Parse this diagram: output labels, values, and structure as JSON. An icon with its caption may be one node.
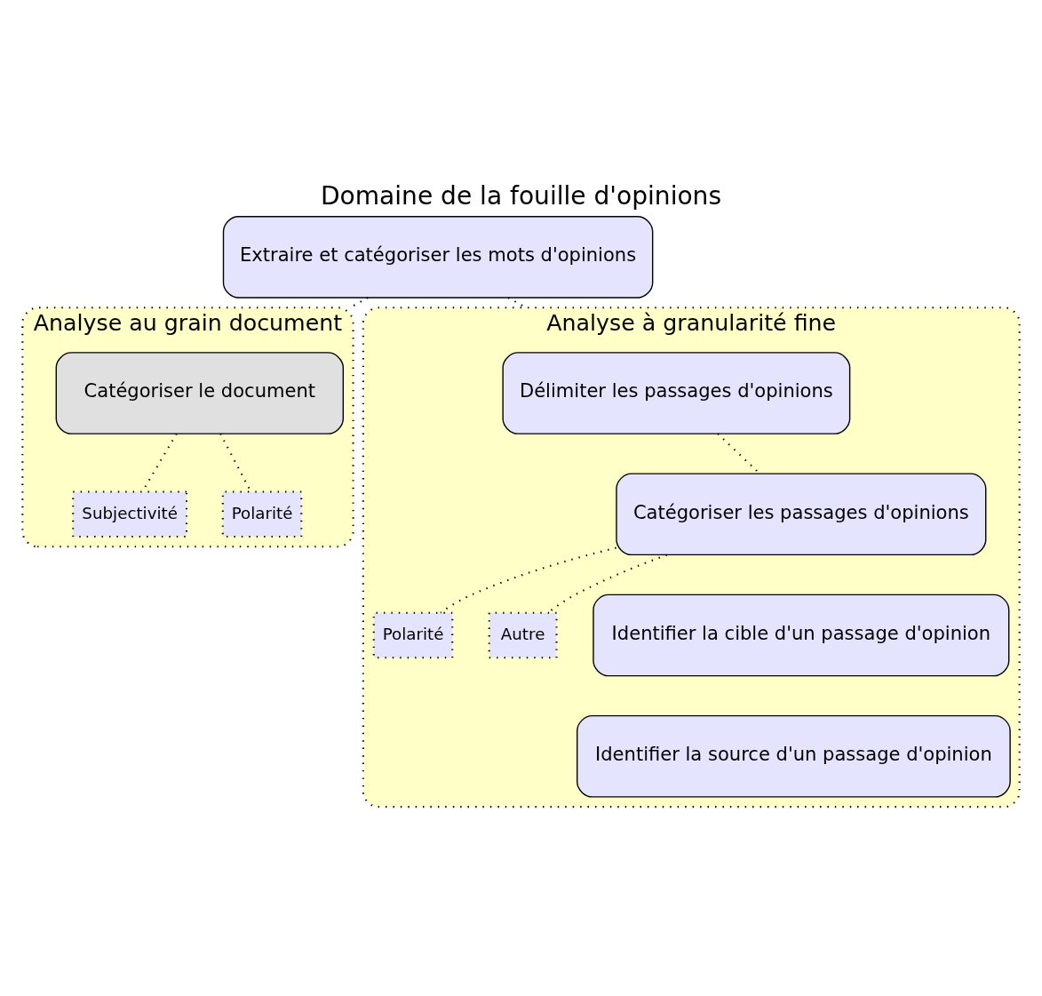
{
  "diagram": {
    "title": "Domaine de la fouille d'opinions",
    "nodes": [
      {
        "text": [
          "Extraire et catégoriser les mots d'opinions"
        ]
      },
      {
        "text": [
          "Analyse au grain document"
        ]
      },
      {
        "text": [
          "Catégoriser le document"
        ],
        "in": 1
      },
      {
        "text": [
          "Subjectivité"
        ],
        "in": 1
      },
      {
        "text": [
          "Polarité"
        ],
        "in": 1
      },
      {
        "text": [
          "Analyse à granularité fine"
        ]
      },
      {
        "text": [
          "Délimiter les passages d'opinions"
        ],
        "in": 5
      },
      {
        "text": [
          "Catégoriser les passages d'opinions"
        ],
        "in": 5
      },
      {
        "text": [
          "Polarité"
        ],
        "in": 5
      },
      {
        "text": [
          "Autre"
        ],
        "in": 5
      },
      {
        "text": [
          "Identifier la cible d'un passage d'opinion"
        ],
        "in": 5
      },
      {
        "text": [
          "Identifier la source d'un passage d'opinion"
        ],
        "in": 5
      }
    ],
    "edges": [
      {
        "from": 0,
        "to": 1,
        "arrow": "none",
        "style": "dashed"
      },
      {
        "from": 0,
        "to": 5,
        "arrow": "none",
        "style": "dashed"
      },
      {
        "from": 2,
        "to": 3,
        "arrow": "none",
        "style": "dashed"
      },
      {
        "from": 2,
        "to": 4,
        "arrow": "none",
        "style": "dashed"
      },
      {
        "from": 6,
        "to": 7,
        "arrow": "none",
        "style": "dashed"
      },
      {
        "from": 7,
        "to": 8,
        "arrow": "none",
        "style": "dashed"
      },
      {
        "from": 7,
        "to": 9,
        "arrow": "none",
        "style": "dashed"
      }
    ]
  }
}
